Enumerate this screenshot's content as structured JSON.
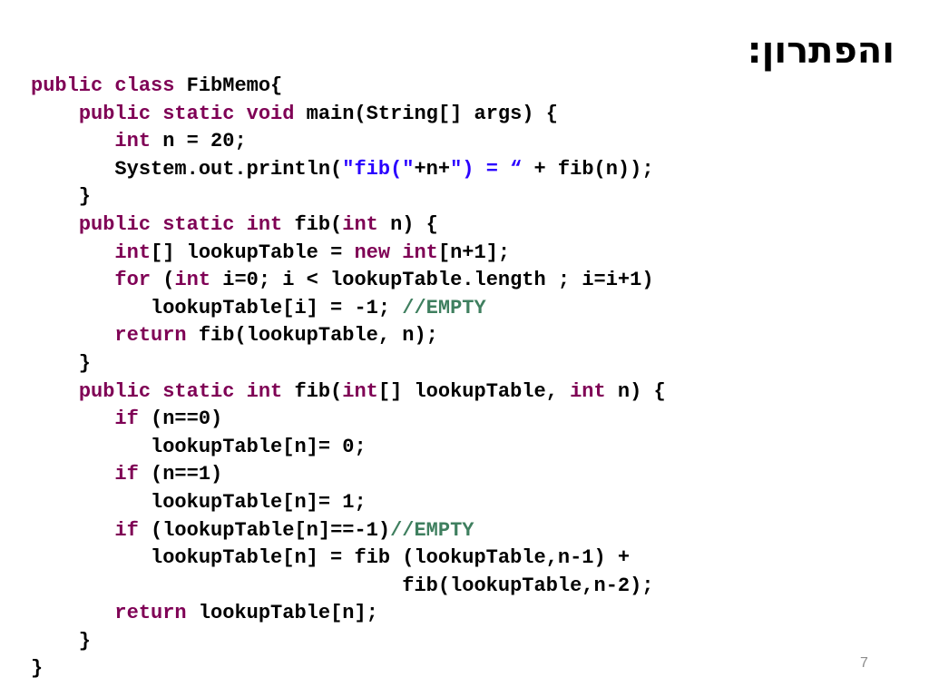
{
  "slide": {
    "title": "והפתרון:",
    "page_number": "7",
    "colors": {
      "keyword": "#7f0055",
      "string": "#2a00ff",
      "comment": "#3f7f5f",
      "plain": "#000000",
      "page_number": "#8c8c8c"
    },
    "code_lines": [
      [
        {
          "t": "public class ",
          "k": "kw"
        },
        {
          "t": "FibMemo{",
          "k": "pl"
        }
      ],
      [
        {
          "t": "    ",
          "k": "pl"
        },
        {
          "t": "public static void ",
          "k": "kw"
        },
        {
          "t": "main(String[] args) {",
          "k": "pl"
        }
      ],
      [
        {
          "t": "       ",
          "k": "pl"
        },
        {
          "t": "int ",
          "k": "kw"
        },
        {
          "t": "n = 20;",
          "k": "pl"
        }
      ],
      [
        {
          "t": "       System.out.println(",
          "k": "pl"
        },
        {
          "t": "\"fib(\"",
          "k": "str"
        },
        {
          "t": "+n+",
          "k": "pl"
        },
        {
          "t": "\") = “",
          "k": "str"
        },
        {
          "t": " + fib(n));",
          "k": "pl"
        }
      ],
      [
        {
          "t": "    }",
          "k": "pl"
        }
      ],
      [
        {
          "t": "    ",
          "k": "pl"
        },
        {
          "t": "public static int ",
          "k": "kw"
        },
        {
          "t": "fib(",
          "k": "pl"
        },
        {
          "t": "int ",
          "k": "kw"
        },
        {
          "t": "n) {",
          "k": "pl"
        }
      ],
      [
        {
          "t": "       ",
          "k": "pl"
        },
        {
          "t": "int",
          "k": "kw"
        },
        {
          "t": "[] lookupTable = ",
          "k": "pl"
        },
        {
          "t": "new int",
          "k": "kw"
        },
        {
          "t": "[n+1];",
          "k": "pl"
        }
      ],
      [
        {
          "t": "       ",
          "k": "pl"
        },
        {
          "t": "for ",
          "k": "kw"
        },
        {
          "t": "(",
          "k": "pl"
        },
        {
          "t": "int ",
          "k": "kw"
        },
        {
          "t": "i=0; i < lookupTable.length ; i=i+1)",
          "k": "pl"
        }
      ],
      [
        {
          "t": "          lookupTable[i] = -1; ",
          "k": "pl"
        },
        {
          "t": "//EMPTY",
          "k": "cm"
        }
      ],
      [
        {
          "t": "       ",
          "k": "pl"
        },
        {
          "t": "return ",
          "k": "kw"
        },
        {
          "t": "fib(lookupTable, n);",
          "k": "pl"
        }
      ],
      [
        {
          "t": "    }",
          "k": "pl"
        }
      ],
      [
        {
          "t": "    ",
          "k": "pl"
        },
        {
          "t": "public static int ",
          "k": "kw"
        },
        {
          "t": "fib(",
          "k": "pl"
        },
        {
          "t": "int",
          "k": "kw"
        },
        {
          "t": "[] lookupTable, ",
          "k": "pl"
        },
        {
          "t": "int ",
          "k": "kw"
        },
        {
          "t": "n) {",
          "k": "pl"
        }
      ],
      [
        {
          "t": "       ",
          "k": "pl"
        },
        {
          "t": "if ",
          "k": "kw"
        },
        {
          "t": "(n==0)",
          "k": "pl"
        }
      ],
      [
        {
          "t": "          lookupTable[n]= 0;",
          "k": "pl"
        }
      ],
      [
        {
          "t": "       ",
          "k": "pl"
        },
        {
          "t": "if ",
          "k": "kw"
        },
        {
          "t": "(n==1)",
          "k": "pl"
        }
      ],
      [
        {
          "t": "          lookupTable[n]= 1;",
          "k": "pl"
        }
      ],
      [
        {
          "t": "       ",
          "k": "pl"
        },
        {
          "t": "if ",
          "k": "kw"
        },
        {
          "t": "(lookupTable[n]==-1)",
          "k": "pl"
        },
        {
          "t": "//EMPTY",
          "k": "cm"
        }
      ],
      [
        {
          "t": "          lookupTable[n] = fib (lookupTable,n-1) +",
          "k": "pl"
        }
      ],
      [
        {
          "t": "                               fib(lookupTable,n-2);",
          "k": "pl"
        }
      ],
      [
        {
          "t": "       ",
          "k": "pl"
        },
        {
          "t": "return ",
          "k": "kw"
        },
        {
          "t": "lookupTable[n];",
          "k": "pl"
        }
      ],
      [
        {
          "t": "    }",
          "k": "pl"
        }
      ],
      [
        {
          "t": "}",
          "k": "pl"
        }
      ]
    ]
  }
}
